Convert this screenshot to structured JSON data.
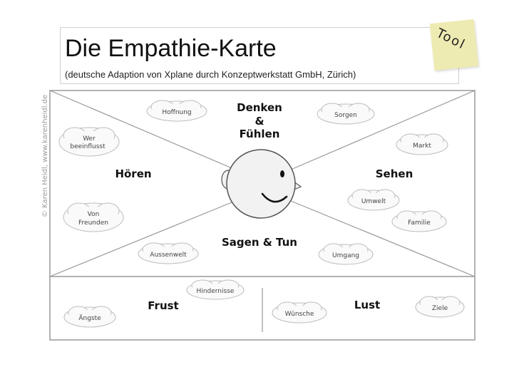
{
  "header": {
    "title": "Die Empathie-Karte",
    "subtitle": "(deutsche Adaption von Xplane durch Konzeptwerkstatt GmbH, Zürich)"
  },
  "tag": {
    "text": "Tool",
    "color": "#eeebb2"
  },
  "credit": "© Karen Heidl, www.karenheidl.de",
  "sections": {
    "think_feel": [
      "Denken",
      "&",
      "Fühlen"
    ],
    "hear": "Hören",
    "see": "Sehen",
    "say_do": "Sagen & Tun",
    "pain": "Frust",
    "gain": "Lust"
  },
  "clouds": {
    "hoffnung": "Hoffnung",
    "sorgen": "Sorgen",
    "wer_beeinflusst": [
      "Wer",
      "beeinflusst"
    ],
    "markt": "Markt",
    "umwelt": "Umwelt",
    "familie": "Familie",
    "von_freunden": [
      "Von",
      "Freunden"
    ],
    "aussenwelt": "Aussenwelt",
    "umgang": "Umgang",
    "hindernisse": "Hindernisse",
    "aengste": "Ängste",
    "wuensche": "Wünsche",
    "ziele": "Ziele"
  },
  "colors": {
    "line": "#999999",
    "cloud_fill": "#fafafa",
    "cloud_stroke": "#bdbdbd",
    "face_fill": "#f2f2f2"
  }
}
